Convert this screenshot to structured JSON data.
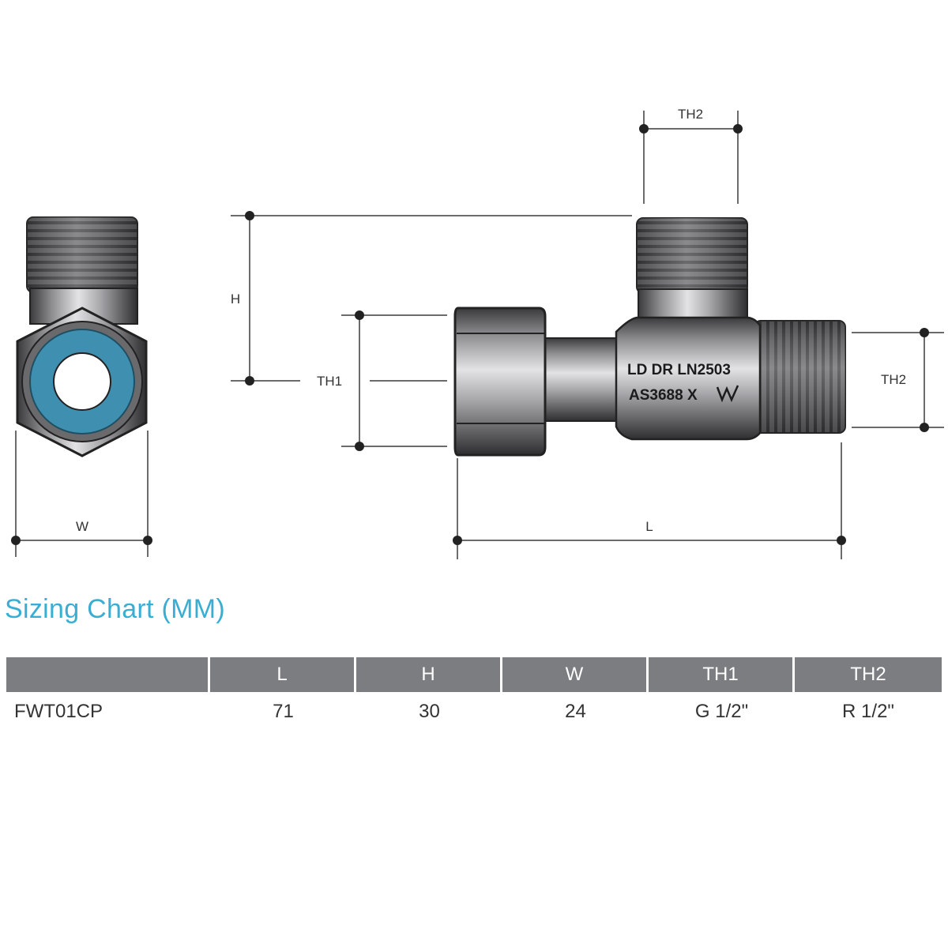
{
  "diagram": {
    "dimension_labels": {
      "w": "W",
      "h": "H",
      "th1": "TH1",
      "th2_top": "TH2",
      "th2_side": "TH2",
      "l": "L"
    },
    "stamp": {
      "line1": "LD DR LN2503",
      "line2": "AS3688 X"
    },
    "colors": {
      "seal_blue": "#3f8fb0",
      "steel_dark": "#2e2e30",
      "steel_light": "#d9d9db",
      "dimension_line": "#3a3a3a"
    }
  },
  "sizing_chart": {
    "title": "Sizing Chart (MM)",
    "headers": [
      "",
      "L",
      "H",
      "W",
      "TH1",
      "TH2"
    ],
    "rows": [
      [
        "FWT01CP",
        "71",
        "30",
        "24",
        "G 1/2\"",
        "R 1/2\""
      ]
    ],
    "colors": {
      "title": "#3aaed2",
      "header_bg": "#7b7d80",
      "header_text": "#ffffff"
    }
  }
}
